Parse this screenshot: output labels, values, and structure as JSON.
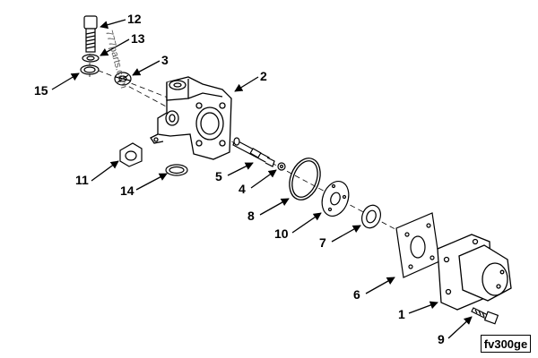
{
  "figure_code": "fv300ge",
  "watermark": "777parts.com",
  "callouts": [
    "12",
    "13",
    "3",
    "2",
    "15",
    "11",
    "14",
    "5",
    "4",
    "8",
    "10",
    "7",
    "6",
    "1",
    "9"
  ]
}
